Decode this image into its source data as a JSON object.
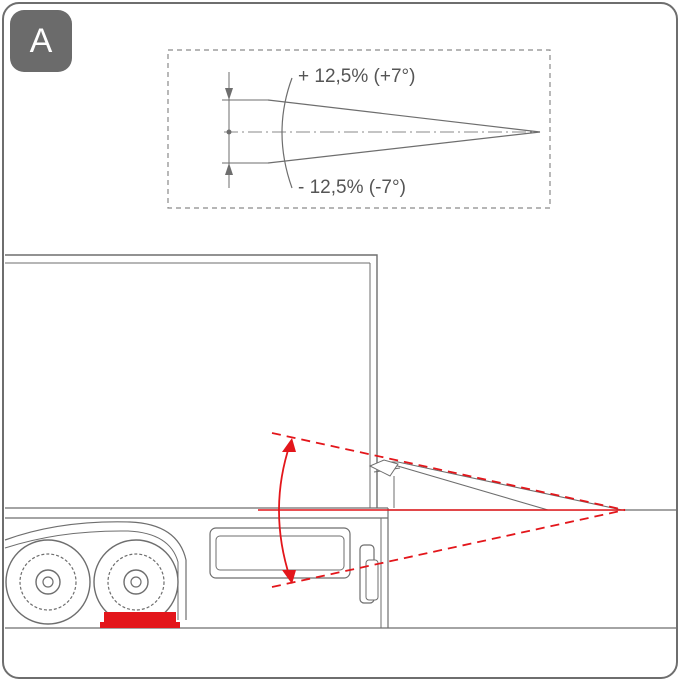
{
  "panel": {
    "label": "A"
  },
  "inset": {
    "upper_label": "+ 12,5% (+7°)",
    "lower_label": "- 12,5% (-7°)"
  },
  "colors": {
    "accent": "#e3161b",
    "outline": "#6e6e6e",
    "panel_label_bg": "#6b6b6b"
  }
}
